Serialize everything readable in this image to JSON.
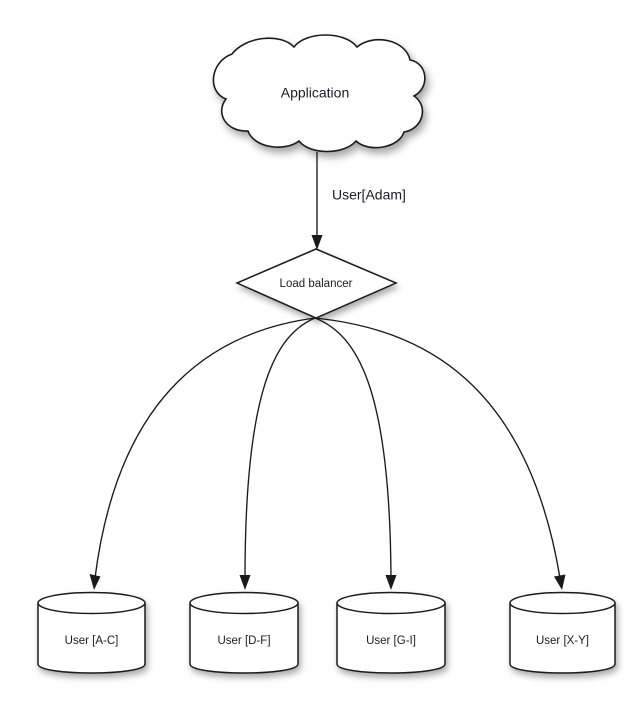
{
  "diagram": {
    "title": "Load balanced user sharding diagram",
    "background_color": "#ffffff",
    "stroke_color": "#1a1a1a",
    "text_color": "#1b1b28",
    "nodes": {
      "cloud": {
        "label": "Application",
        "shape": "cloud"
      },
      "balancer": {
        "label": "Load balancer",
        "shape": "diamond"
      },
      "databases": [
        {
          "label": "User [A-C]",
          "shape": "cylinder"
        },
        {
          "label": "User [D-F]",
          "shape": "cylinder"
        },
        {
          "label": "User [G-I]",
          "shape": "cylinder"
        },
        {
          "label": "User [X-Y]",
          "shape": "cylinder"
        }
      ]
    },
    "edges": {
      "app_to_balancer": {
        "label": "User[Adam]"
      },
      "balancer_to_databases": {
        "label": "",
        "count": 4
      }
    }
  }
}
